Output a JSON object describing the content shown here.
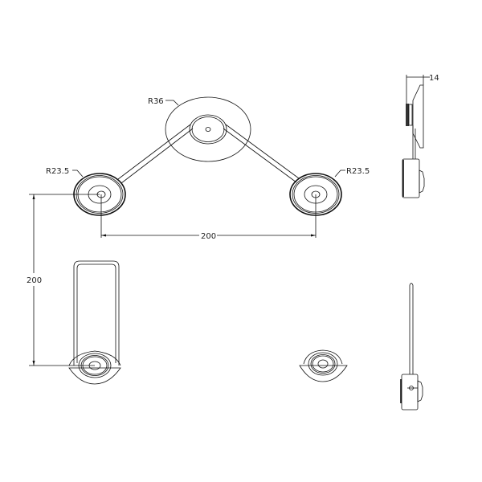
{
  "drawing": {
    "top_view": {
      "center_radius_label": "R36",
      "left_radius_label": "R23.5",
      "right_radius_label": "R23.5",
      "horizontal_dimension": "200"
    },
    "side_view": {
      "thickness_dimension": "14"
    },
    "front_view": {
      "vertical_dimension": "200"
    },
    "line_color": "#111111",
    "background_color": "#ffffff"
  }
}
